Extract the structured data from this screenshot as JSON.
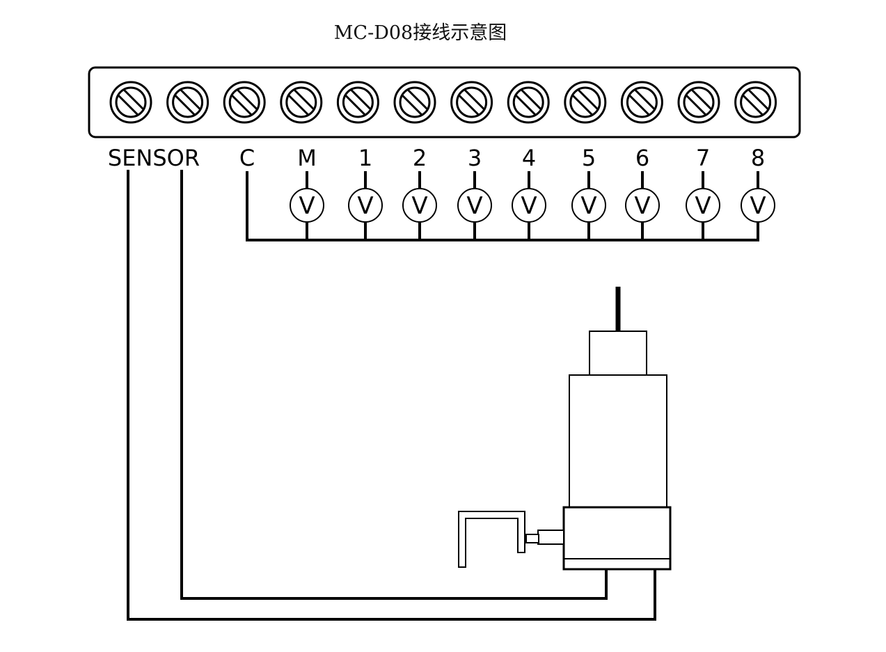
{
  "title": "MC-D08接线示意图",
  "terminal_block": {
    "screw_count": 12
  },
  "labels": {
    "sensor": "SENSOR",
    "common": "C",
    "channels": [
      "M",
      "1",
      "2",
      "3",
      "4",
      "5",
      "6",
      "7",
      "8"
    ]
  },
  "meter_symbol": "V",
  "colors": {
    "line": "#000000",
    "background": "#ffffff"
  }
}
